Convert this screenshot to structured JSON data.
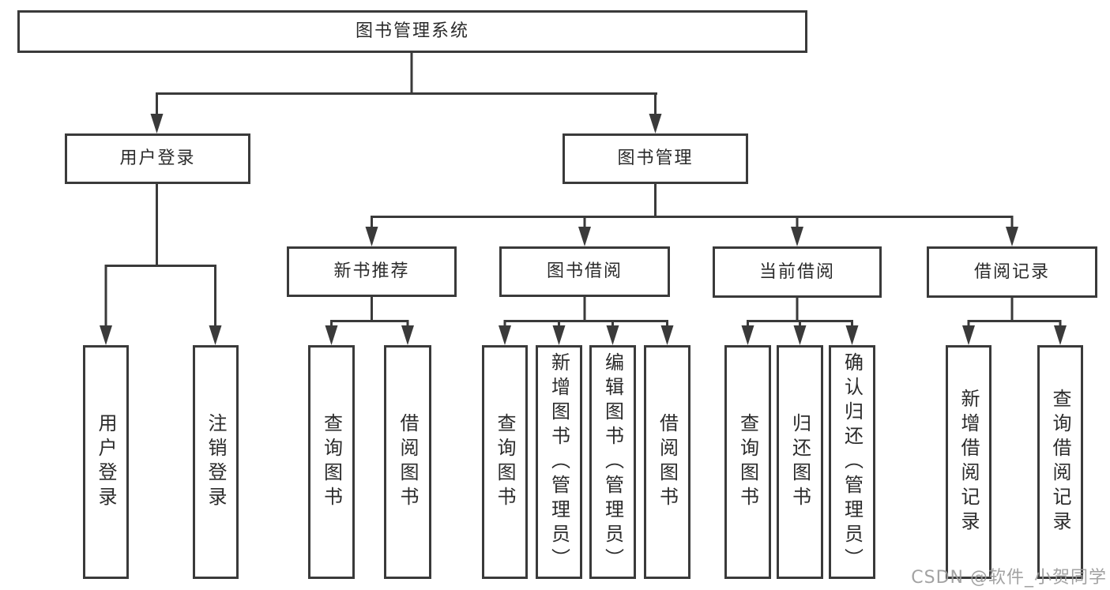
{
  "tree": {
    "label": "图书管理系统",
    "children": [
      {
        "label": "用户登录",
        "children": [
          {
            "label": "用户登录"
          },
          {
            "label": "注销登录"
          }
        ]
      },
      {
        "label": "图书管理",
        "children": [
          {
            "label": "新书推荐",
            "children": [
              {
                "label": "查询图书"
              },
              {
                "label": "借阅图书"
              }
            ]
          },
          {
            "label": "图书借阅",
            "children": [
              {
                "label": "查询图书"
              },
              {
                "label": "新增图书（管理员）"
              },
              {
                "label": "编辑图书（管理员）"
              },
              {
                "label": "借阅图书"
              }
            ]
          },
          {
            "label": "当前借阅",
            "children": [
              {
                "label": "查询图书"
              },
              {
                "label": "归还图书"
              },
              {
                "label": "确认归还（管理员）"
              }
            ]
          },
          {
            "label": "借阅记录",
            "children": [
              {
                "label": "新增借阅记录"
              },
              {
                "label": "查询借阅记录"
              }
            ]
          }
        ]
      }
    ]
  },
  "watermark": {
    "text": "CSDN @软件_小贺同学"
  },
  "colors": {
    "line": "#3a3a3a",
    "text": "#2b2b2b",
    "watermark": "#9b9b9b",
    "background": "#ffffff"
  }
}
